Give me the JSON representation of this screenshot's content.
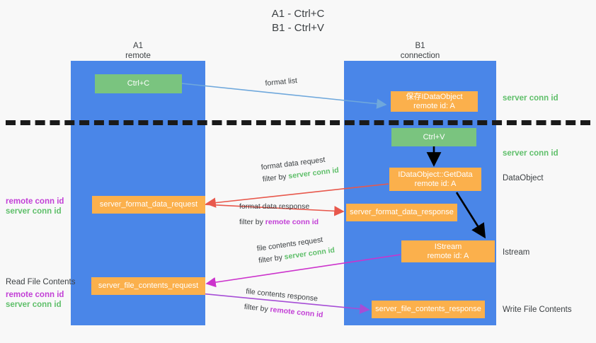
{
  "title": "A1 - Ctrl+C\nB1 - Ctrl+V",
  "lanes": [
    {
      "name": "A1",
      "sublabel": "remote",
      "header": "A1\nremote"
    },
    {
      "name": "B1",
      "sublabel": "connection",
      "header": "B1\nconnection"
    }
  ],
  "boxes": {
    "ctrl_c": "Ctrl+C",
    "ctrl_v": "Ctrl+V",
    "save_idataobject": "保存IDataObject\nremote id: A",
    "idataobject_getdata": "IDataObject::GetData\nremote id: A",
    "istream": "IStream\nremote id: A",
    "server_format_data_request": "server_format_data_request",
    "server_format_data_response": "server_format_data_response",
    "server_file_contents_request": "server_file_contents_request",
    "server_file_contents_response": "server_file_contents_response"
  },
  "right_labels": {
    "server_conn_id_1": "server conn id",
    "server_conn_id_2": "server conn id",
    "dataobject": "DataObject",
    "istream": "Istream",
    "write_file_contents": "Write File Contents"
  },
  "left_labels": {
    "conn_pair_1": {
      "remote": "remote conn id",
      "server": "server conn id"
    },
    "read_file_contents": "Read File Contents",
    "conn_pair_2": {
      "remote": "remote conn id",
      "server": "server conn id"
    }
  },
  "edges": {
    "format_list": "format list",
    "format_data_request": "format data request",
    "format_data_request_filter_prefix": "filter by ",
    "format_data_request_filter_value": "server conn id",
    "format_data_response": "format data response",
    "format_data_response_filter_prefix": "filter by ",
    "format_data_response_filter_value": "remote conn id",
    "file_contents_request": "file contents request",
    "file_contents_request_filter_prefix": "filter by ",
    "file_contents_request_filter_value": "server conn id",
    "file_contents_response": "file contents response",
    "file_contents_response_filter_prefix": "filter by ",
    "file_contents_response_filter_value": "remote conn id"
  },
  "colors": {
    "lane": "#4a86e8",
    "green_box": "#7ac47f",
    "orange_box": "#fbb04c",
    "server_conn_id": "#5fbf6a",
    "remote_conn_id": "#c23fd6",
    "arrow_blue": "#6fa8dc",
    "arrow_red": "#e8584c",
    "arrow_magenta": "#cc33cc",
    "arrow_purple": "#a64dd6",
    "arrow_black": "#000000",
    "background": "#f8f8f8",
    "divider": "#1a1a1a"
  }
}
